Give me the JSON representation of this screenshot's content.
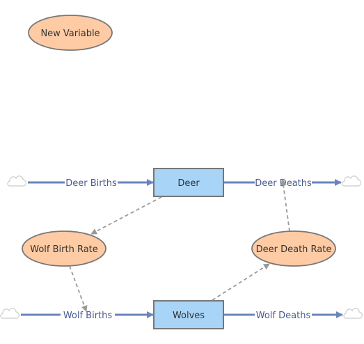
{
  "colors": {
    "stock_fill": "#a8d4f7",
    "stock_stroke": "#777777",
    "variable_fill": "#ffcba4",
    "variable_stroke": "#777777",
    "flow": "#6a84c0",
    "link": "#999999",
    "cloud": "#dddddd"
  },
  "variables": {
    "new_variable": "New Variable",
    "wolf_birth_rate": "Wolf Birth Rate",
    "deer_death_rate": "Deer Death Rate"
  },
  "stocks": {
    "deer": "Deer",
    "wolves": "Wolves"
  },
  "flows": {
    "deer_births": "Deer Births",
    "deer_deaths": "Deer Deaths",
    "wolf_births": "Wolf Births",
    "wolf_deaths": "Wolf Deaths"
  }
}
